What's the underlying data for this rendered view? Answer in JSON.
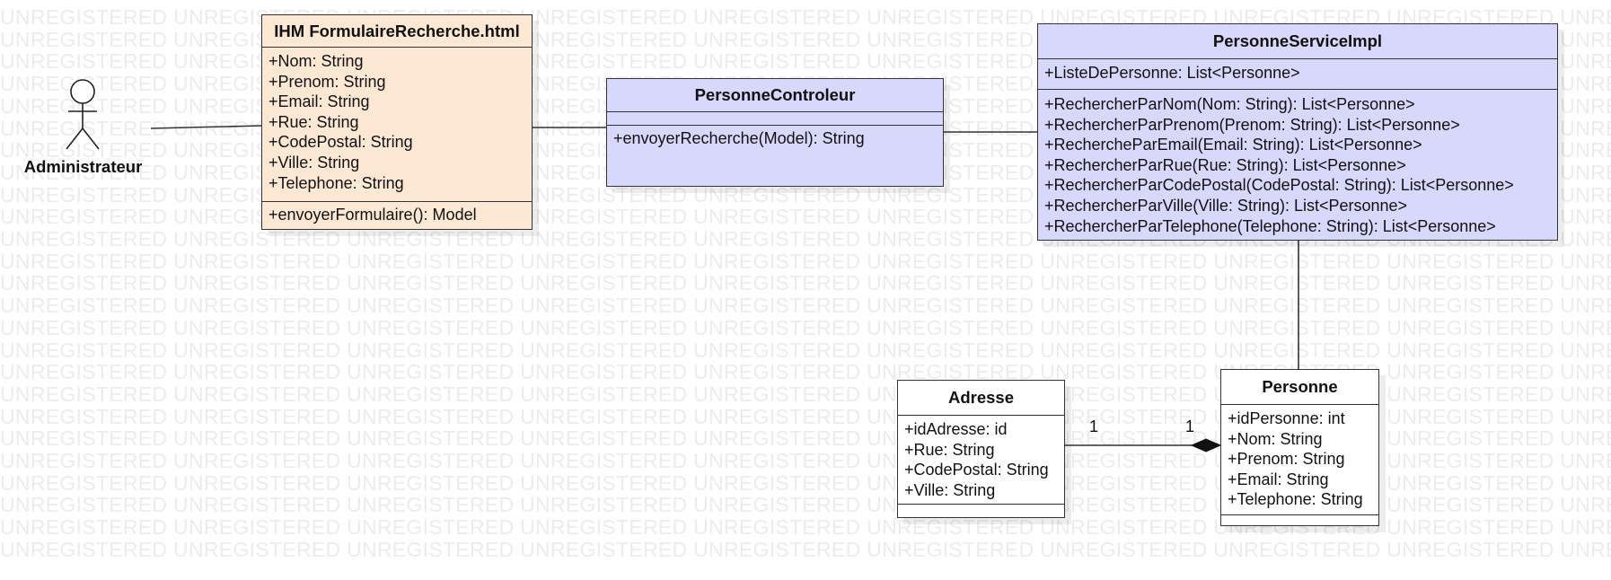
{
  "watermark_text": "UNREGISTERED",
  "actor": {
    "label": "Administrateur"
  },
  "classes": {
    "ihm": {
      "title": "IHM FormulaireRecherche.html",
      "attributes": [
        "+Nom: String",
        "+Prenom: String",
        "+Email: String",
        "+Rue: String",
        "+CodePostal: String",
        "+Ville: String",
        "+Telephone: String"
      ],
      "operations": [
        "+envoyerFormulaire(): Model"
      ]
    },
    "controleur": {
      "title": "PersonneControleur",
      "attributes": [],
      "operations": [
        "+envoyerRecherche(Model): String"
      ]
    },
    "service": {
      "title": "PersonneServiceImpl",
      "attributes": [
        "+ListeDePersonne: List<Personne>"
      ],
      "operations": [
        "+RechercherParNom(Nom: String): List<Personne>",
        "+RechercherParPrenom(Prenom: String): List<Personne>",
        "+RechercheParEmail(Email: String): List<Personne>",
        "+RechercherParRue(Rue: String): List<Personne>",
        "+RechercherParCodePostal(CodePostal: String): List<Personne>",
        "+RechercherParVille(Ville: String): List<Personne>",
        "+RechercherParTelephone(Telephone: String): List<Personne>"
      ]
    },
    "adresse": {
      "title": "Adresse",
      "attributes": [
        "+idAdresse: id",
        "+Rue: String",
        "+CodePostal: String",
        "+Ville: String"
      ],
      "operations": []
    },
    "personne": {
      "title": "Personne",
      "attributes": [
        "+idPersonne: int",
        "+Nom: String",
        "+Prenom: String",
        "+Email: String",
        "+Telephone: String"
      ],
      "operations": []
    }
  },
  "associations": {
    "adresse_personne": {
      "multiplicity_adresse": "1",
      "multiplicity_personne": "1",
      "kind": "composition"
    }
  },
  "colors": {
    "peach": "#fde8d4",
    "lavender": "#d8d8fc",
    "line": "#333333",
    "watermark": "#ececec"
  }
}
